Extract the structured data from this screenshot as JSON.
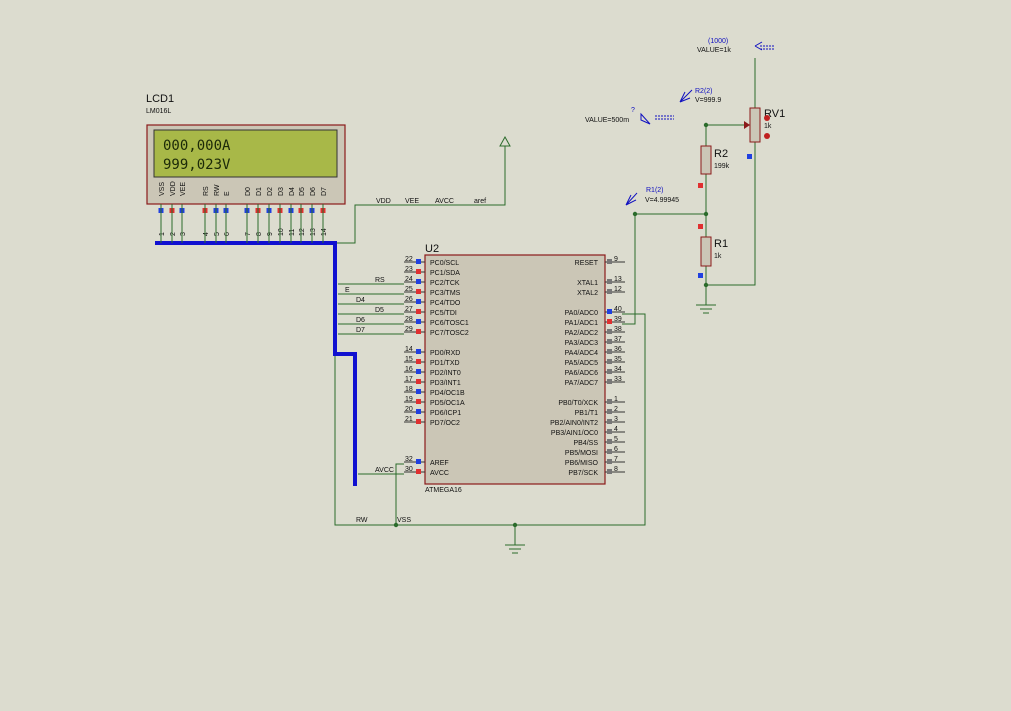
{
  "colors": {
    "background": "#dcdccf",
    "wire": "#2b6b2b",
    "bus": "#1010d0",
    "component_outline": "#8b1a1a",
    "chip_fill": "#cbc6b6",
    "lcd_screen": "#a8b848",
    "pin_pos": "#e03030",
    "pin_neg": "#2040e0",
    "label": "#111111",
    "probe": "#1010c0"
  },
  "lcd": {
    "ref": "LCD1",
    "part": "LM016L",
    "line1": "000,000A",
    "line2": "999,023V",
    "pin_labels": [
      "VSS",
      "VDD",
      "VEE",
      "RS",
      "RW",
      "E",
      "D0",
      "D1",
      "D2",
      "D3",
      "D4",
      "D5",
      "D6",
      "D7"
    ],
    "pin_numbers": [
      "1",
      "2",
      "3",
      "4",
      "5",
      "6",
      "7",
      "8",
      "9",
      "10",
      "11",
      "12",
      "13",
      "14"
    ]
  },
  "mcu": {
    "ref": "U2",
    "part": "ATMEGA16",
    "left_pins": [
      {
        "num": "22",
        "name": "PC0/SCL"
      },
      {
        "num": "23",
        "name": "PC1/SDA"
      },
      {
        "num": "24",
        "name": "PC2/TCK"
      },
      {
        "num": "25",
        "name": "PC3/TMS"
      },
      {
        "num": "26",
        "name": "PC4/TDO"
      },
      {
        "num": "27",
        "name": "PC5/TDI"
      },
      {
        "num": "28",
        "name": "PC6/TOSC1"
      },
      {
        "num": "29",
        "name": "PC7/TOSC2"
      },
      {
        "num": "14",
        "name": "PD0/RXD"
      },
      {
        "num": "15",
        "name": "PD1/TXD"
      },
      {
        "num": "16",
        "name": "PD2/INT0"
      },
      {
        "num": "17",
        "name": "PD3/INT1"
      },
      {
        "num": "18",
        "name": "PD4/OC1B"
      },
      {
        "num": "19",
        "name": "PD5/OC1A"
      },
      {
        "num": "20",
        "name": "PD6/ICP1"
      },
      {
        "num": "21",
        "name": "PD7/OC2"
      },
      {
        "num": "32",
        "name": "AREF"
      },
      {
        "num": "30",
        "name": "AVCC"
      }
    ],
    "right_pins": [
      {
        "num": "9",
        "name": "RESET"
      },
      {
        "num": "13",
        "name": "XTAL1"
      },
      {
        "num": "12",
        "name": "XTAL2"
      },
      {
        "num": "40",
        "name": "PA0/ADC0"
      },
      {
        "num": "39",
        "name": "PA1/ADC1"
      },
      {
        "num": "38",
        "name": "PA2/ADC2"
      },
      {
        "num": "37",
        "name": "PA3/ADC3"
      },
      {
        "num": "36",
        "name": "PA4/ADC4"
      },
      {
        "num": "35",
        "name": "PA5/ADC5"
      },
      {
        "num": "34",
        "name": "PA6/ADC6"
      },
      {
        "num": "33",
        "name": "PA7/ADC7"
      },
      {
        "num": "1",
        "name": "PB0/T0/XCK"
      },
      {
        "num": "2",
        "name": "PB1/T1"
      },
      {
        "num": "3",
        "name": "PB2/AIN0/INT2"
      },
      {
        "num": "4",
        "name": "PB3/AIN1/OC0"
      },
      {
        "num": "5",
        "name": "PB4/SS"
      },
      {
        "num": "6",
        "name": "PB5/MOSI"
      },
      {
        "num": "7",
        "name": "PB6/MISO"
      },
      {
        "num": "8",
        "name": "PB7/SCK"
      }
    ]
  },
  "nets": {
    "vdd": "VDD",
    "vee": "VEE",
    "avcc": "AVCC",
    "aref": "aref",
    "rs": "RS",
    "e": "E",
    "d4": "D4",
    "d5": "D5",
    "d6": "D6",
    "d7": "D7",
    "avcc_left": "AVCC",
    "rw": "RW",
    "vss": "VSS"
  },
  "components": {
    "rv1": {
      "ref": "RV1",
      "value": "1k"
    },
    "r2": {
      "ref": "R2",
      "value": "199k"
    },
    "r1": {
      "ref": "R1",
      "value": "1k"
    }
  },
  "probes": {
    "top": {
      "name": "(1000)",
      "value": "VALUE=1k"
    },
    "r2": {
      "name": "R2(2)",
      "value": "V=999.9"
    },
    "wiper": {
      "name": "?",
      "value": "VALUE=500m"
    },
    "r1": {
      "name": "R1(2)",
      "value": "V=4.99945"
    }
  }
}
